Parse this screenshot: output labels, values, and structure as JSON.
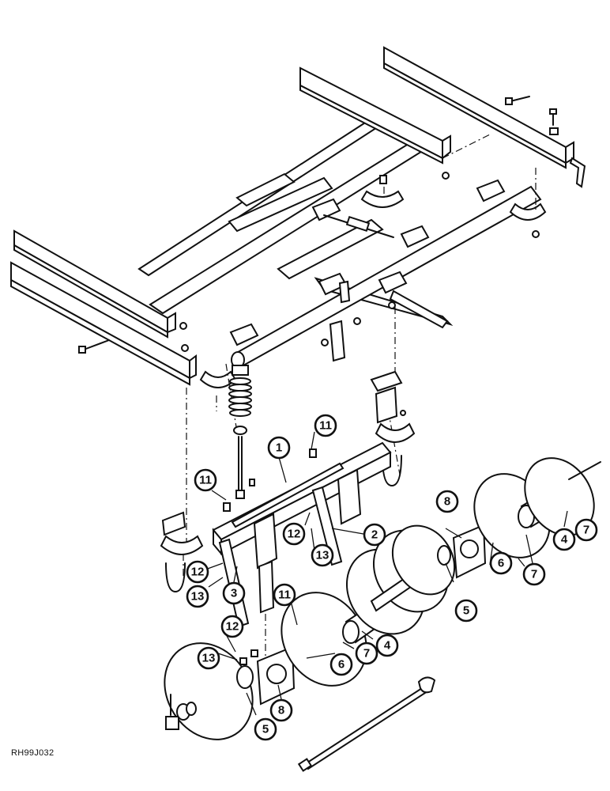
{
  "figure": {
    "reference_code": "RH99J032"
  },
  "callouts": [
    {
      "id": "c1",
      "label": "1"
    },
    {
      "id": "c2",
      "label": "2"
    },
    {
      "id": "c3",
      "label": "3"
    },
    {
      "id": "c4a",
      "label": "4"
    },
    {
      "id": "c4b",
      "label": "4"
    },
    {
      "id": "c5a",
      "label": "5"
    },
    {
      "id": "c5b",
      "label": "5"
    },
    {
      "id": "c6a",
      "label": "6"
    },
    {
      "id": "c6b",
      "label": "6"
    },
    {
      "id": "c7a",
      "label": "7"
    },
    {
      "id": "c7b",
      "label": "7"
    },
    {
      "id": "c7c",
      "label": "7"
    },
    {
      "id": "c8a",
      "label": "8"
    },
    {
      "id": "c8b",
      "label": "8"
    },
    {
      "id": "c11a",
      "label": "11"
    },
    {
      "id": "c11b",
      "label": "11"
    },
    {
      "id": "c11c",
      "label": "11"
    },
    {
      "id": "c12a",
      "label": "12"
    },
    {
      "id": "c12b",
      "label": "12"
    },
    {
      "id": "c12c",
      "label": "12"
    },
    {
      "id": "c13a",
      "label": "13"
    },
    {
      "id": "c13b",
      "label": "13"
    },
    {
      "id": "c13c",
      "label": "13"
    }
  ]
}
